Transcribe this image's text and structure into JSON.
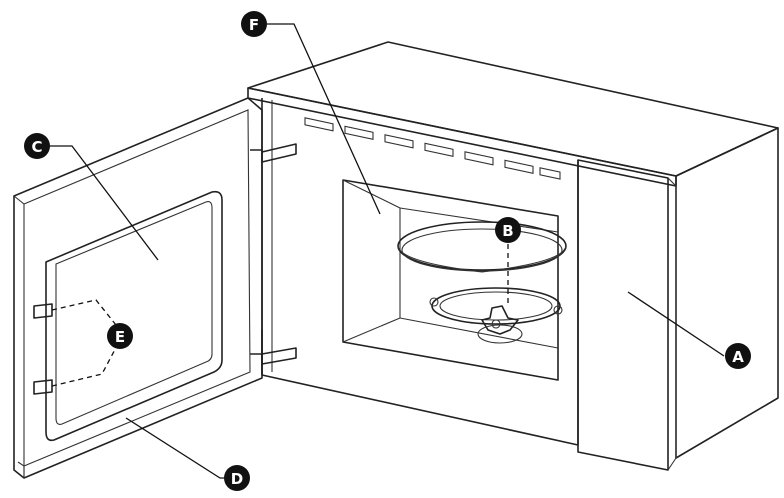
{
  "diagram": {
    "callouts": [
      {
        "id": "A",
        "label": "A"
      },
      {
        "id": "B",
        "label": "B"
      },
      {
        "id": "C",
        "label": "C"
      },
      {
        "id": "D",
        "label": "D"
      },
      {
        "id": "E",
        "label": "E"
      },
      {
        "id": "F",
        "label": "F"
      }
    ]
  }
}
